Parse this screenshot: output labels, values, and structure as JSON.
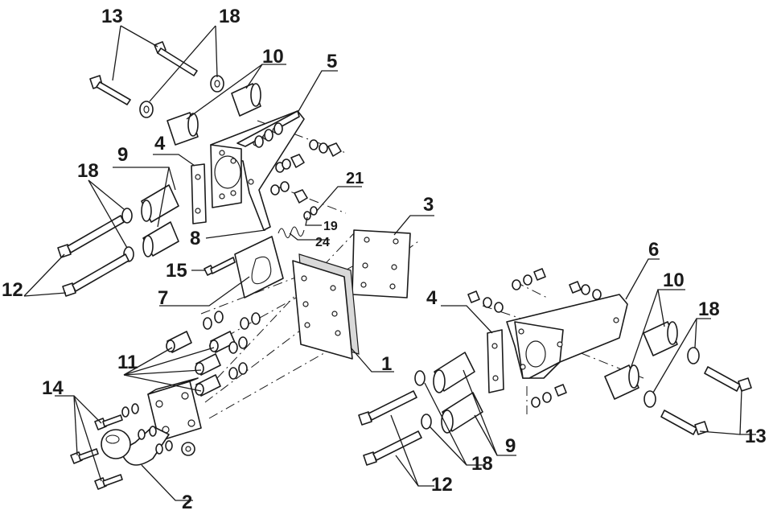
{
  "diagram": {
    "callouts": {
      "c13a": "13",
      "c18a": "18",
      "c10a": "10",
      "c5": "5",
      "c9a": "9",
      "c4a": "4",
      "c18b": "18",
      "c21": "21",
      "c3": "3",
      "c19": "19",
      "c8": "8",
      "c24": "24",
      "c12a": "12",
      "c15": "15",
      "c7": "7",
      "c6": "6",
      "c10b": "10",
      "c4b": "4",
      "c18c": "18",
      "c11": "11",
      "c1": "1",
      "c14": "14",
      "c9b": "9",
      "c13b": "13",
      "c18d": "18",
      "c12b": "12",
      "c2": "2"
    }
  }
}
